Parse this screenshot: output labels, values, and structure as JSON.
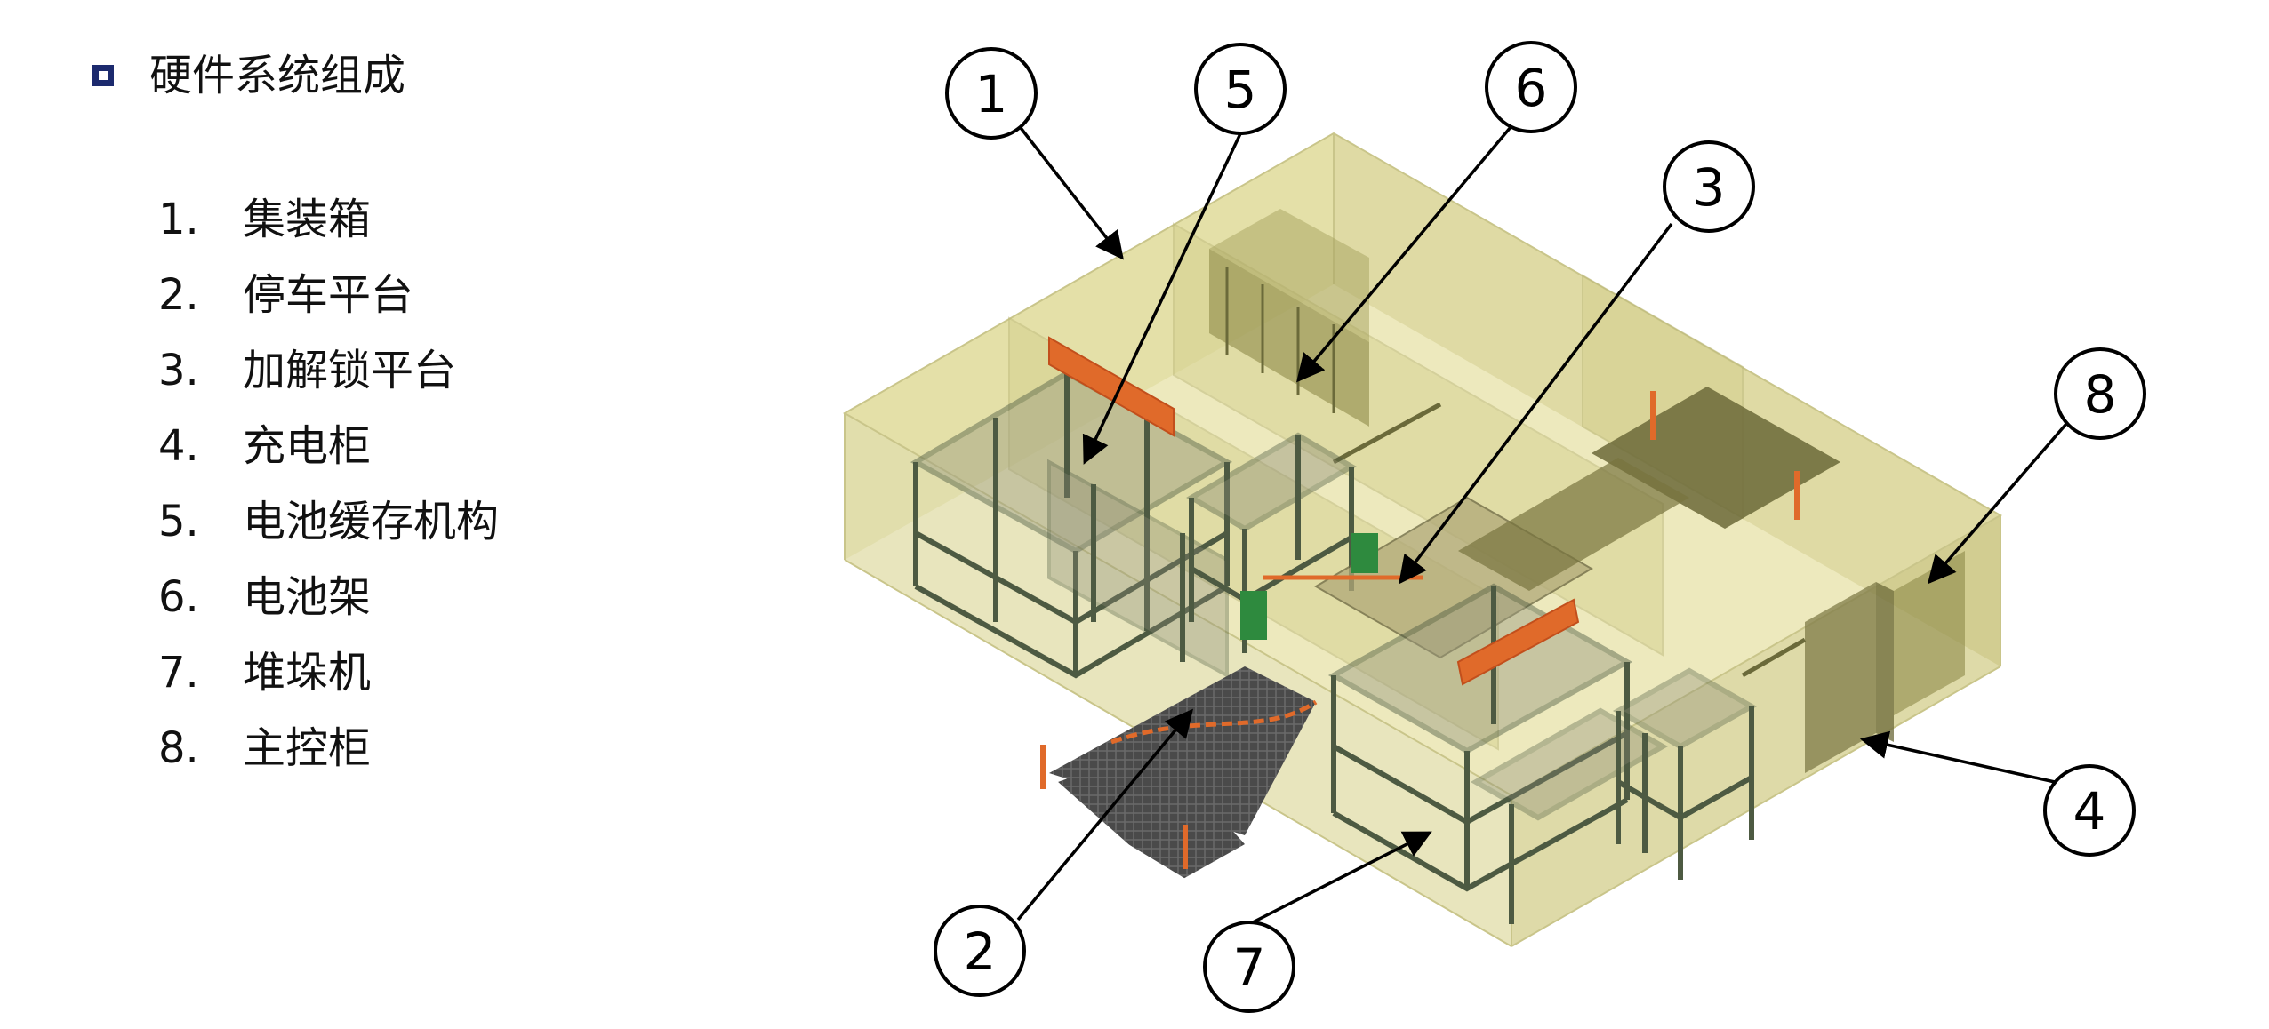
{
  "heading": {
    "icon": "hollow-square-bullet-icon",
    "text": "硬件系统组成",
    "bullet_color": "#1c2a6e"
  },
  "components": [
    {
      "number": "1.",
      "label": "集装箱"
    },
    {
      "number": "2.",
      "label": "停车平台"
    },
    {
      "number": "3.",
      "label": "加解锁平台"
    },
    {
      "number": "4.",
      "label": "充电柜"
    },
    {
      "number": "5.",
      "label": "电池缓存机构"
    },
    {
      "number": "6.",
      "label": "电池架"
    },
    {
      "number": "7.",
      "label": "堆垛机"
    },
    {
      "number": "8.",
      "label": "主控柜"
    }
  ],
  "callouts": [
    {
      "id": "c1",
      "label": "1"
    },
    {
      "id": "c2",
      "label": "2"
    },
    {
      "id": "c3",
      "label": "3"
    },
    {
      "id": "c4",
      "label": "4"
    },
    {
      "id": "c5",
      "label": "5"
    },
    {
      "id": "c6",
      "label": "6"
    },
    {
      "id": "c7",
      "label": "7"
    },
    {
      "id": "c8",
      "label": "8"
    }
  ],
  "colors": {
    "container_fill": "#d8d59a",
    "rack_frame": "#4d5a42",
    "accent_orange": "#e06a2a",
    "ramp": "#4a4a4a"
  }
}
